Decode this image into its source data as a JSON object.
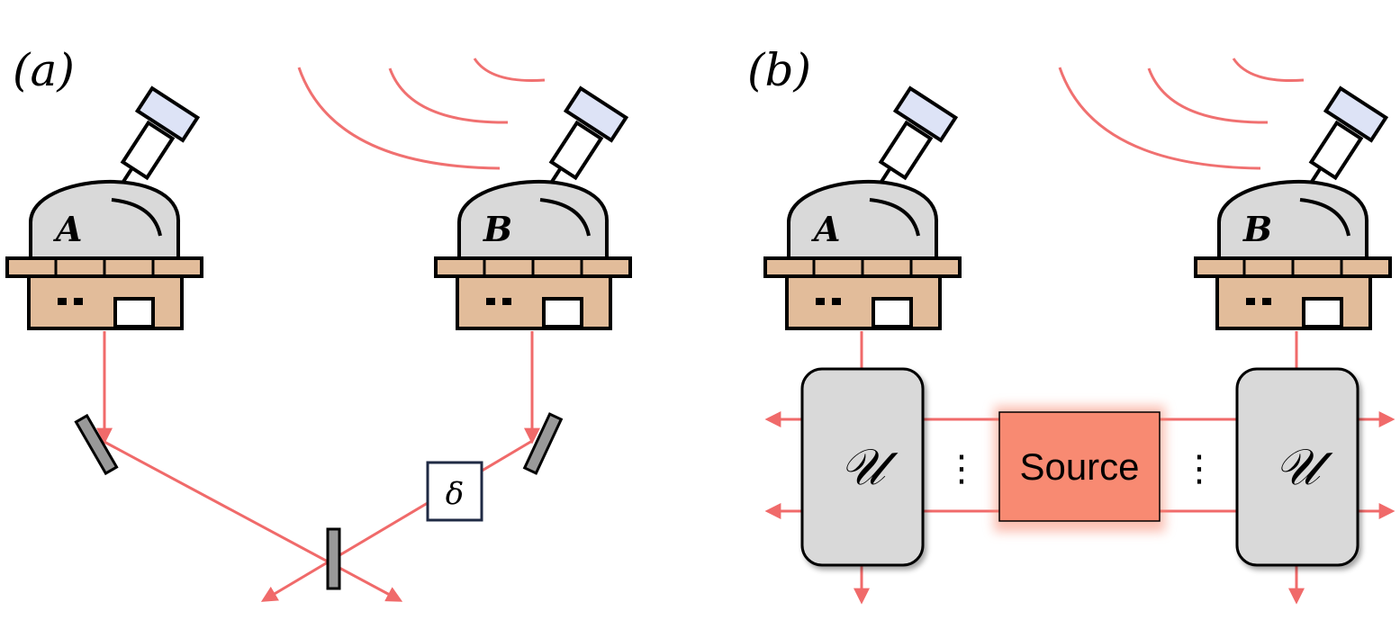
{
  "panel_a": {
    "label": "(a)",
    "observatory_a": "A",
    "observatory_b": "B",
    "delay": "δ"
  },
  "panel_b": {
    "label": "(b)",
    "observatory_a": "A",
    "observatory_b": "B",
    "unitary_left": "𝒰",
    "unitary_right": "𝒰",
    "source": "Source",
    "ellipsis_left": "⋮",
    "ellipsis_right": "⋮"
  },
  "colors": {
    "beam": "#f06a6a",
    "wave": "#f07070",
    "dome": "#d9d9d9",
    "building": "#e2bc9a",
    "source_fill": "#f88a72",
    "telescope": "#dde3f6",
    "mirror": "#999999",
    "unitary_fill": "#d9d9d9"
  }
}
